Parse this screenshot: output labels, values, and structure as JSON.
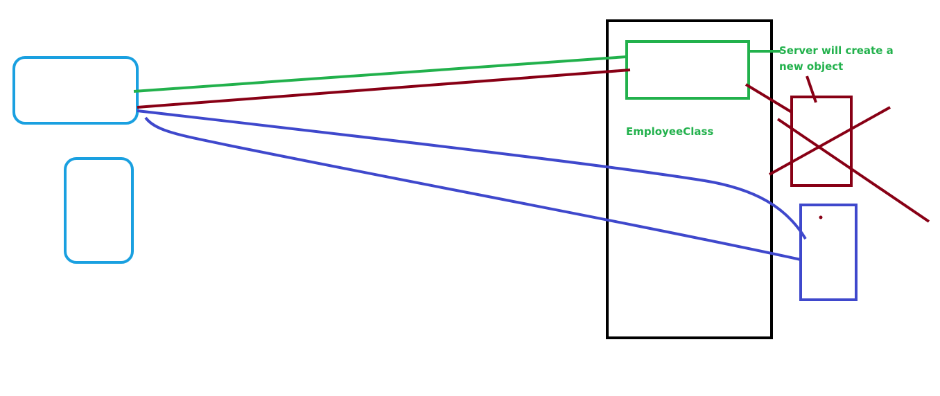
{
  "labels": {
    "class_name": "EmployeeClass",
    "server_note_line1": "Server will create a",
    "server_note_line2": "new object"
  },
  "colors": {
    "client_box": "#1aa0e0",
    "server_box": "#000000",
    "new_object_box": "#22b14c",
    "destroyed_object": "#880015",
    "reused_object": "#3f48cc",
    "background": "#ffffff"
  }
}
